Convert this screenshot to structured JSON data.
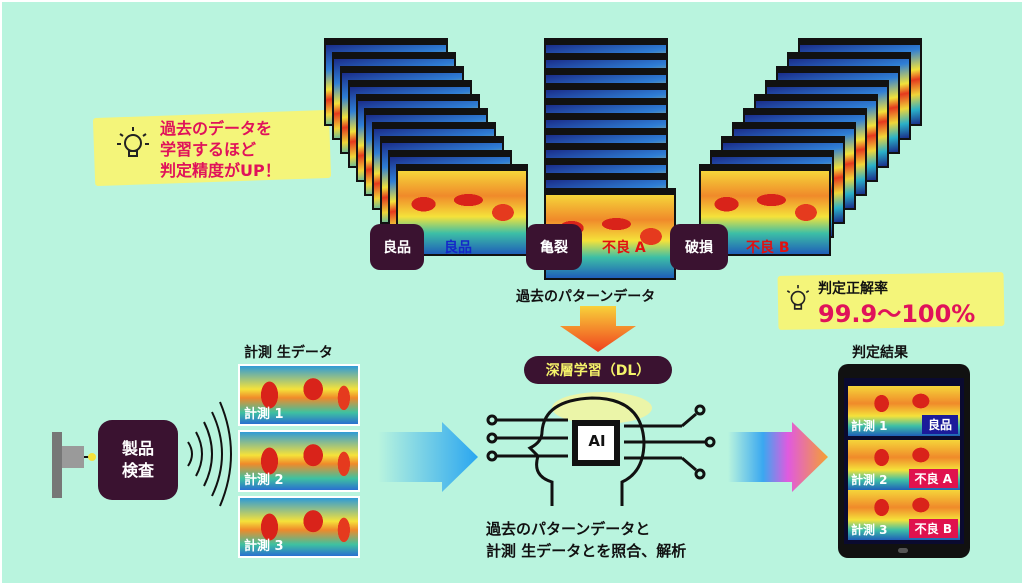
{
  "callout_top": {
    "line1": "過去のデータを",
    "line2": "学習するほど",
    "line3": "判定精度がUP！"
  },
  "categories": [
    {
      "tag": "良品",
      "label": "良品",
      "color": "#1428c8"
    },
    {
      "tag": "亀裂",
      "label": "不良 A",
      "color": "#e21010"
    },
    {
      "tag": "破損",
      "label": "不良 B",
      "color": "#e21010"
    }
  ],
  "accuracy": {
    "title": "判定正解率",
    "value": "99.9〜100%"
  },
  "past_pattern_label": "過去のパターンデータ",
  "dl_label": "深層学習（DL）",
  "ai_chip": "AI",
  "analysis": {
    "line1": "過去のパターンデータと",
    "line2": "計測 生データとを照合、解析"
  },
  "raw_data": {
    "title": "計測 生データ",
    "items": [
      "計測 1",
      "計測 2",
      "計測 3"
    ]
  },
  "inspection": {
    "line1": "製品",
    "line2": "検査"
  },
  "result": {
    "title": "判定結果",
    "rows": [
      {
        "meas": "計測 1",
        "verdict": "良品",
        "color": "#1b1b9a"
      },
      {
        "meas": "計測 2",
        "verdict": "不良 A",
        "color": "#e0124e"
      },
      {
        "meas": "計測 3",
        "verdict": "不良 B",
        "color": "#e0124e"
      }
    ]
  }
}
